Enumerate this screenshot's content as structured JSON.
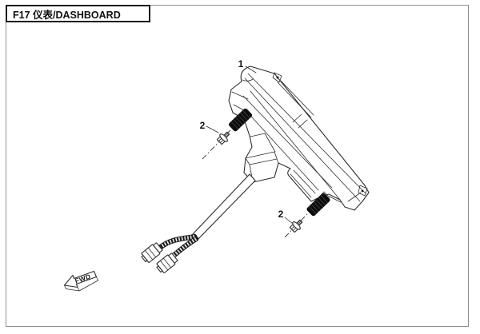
{
  "header": {
    "title": "F17 仪表/DASHBOARD"
  },
  "diagram": {
    "callouts": [
      {
        "label": "1"
      },
      {
        "label": "2"
      },
      {
        "label": "2"
      }
    ],
    "direction_label": "FWD"
  },
  "colors": {
    "line": "#2d2d2d",
    "damper_fill": "#0c0c0c",
    "frame_border": "#8d8d8d",
    "title_border": "#1b1b1b",
    "background": "#ffffff"
  }
}
